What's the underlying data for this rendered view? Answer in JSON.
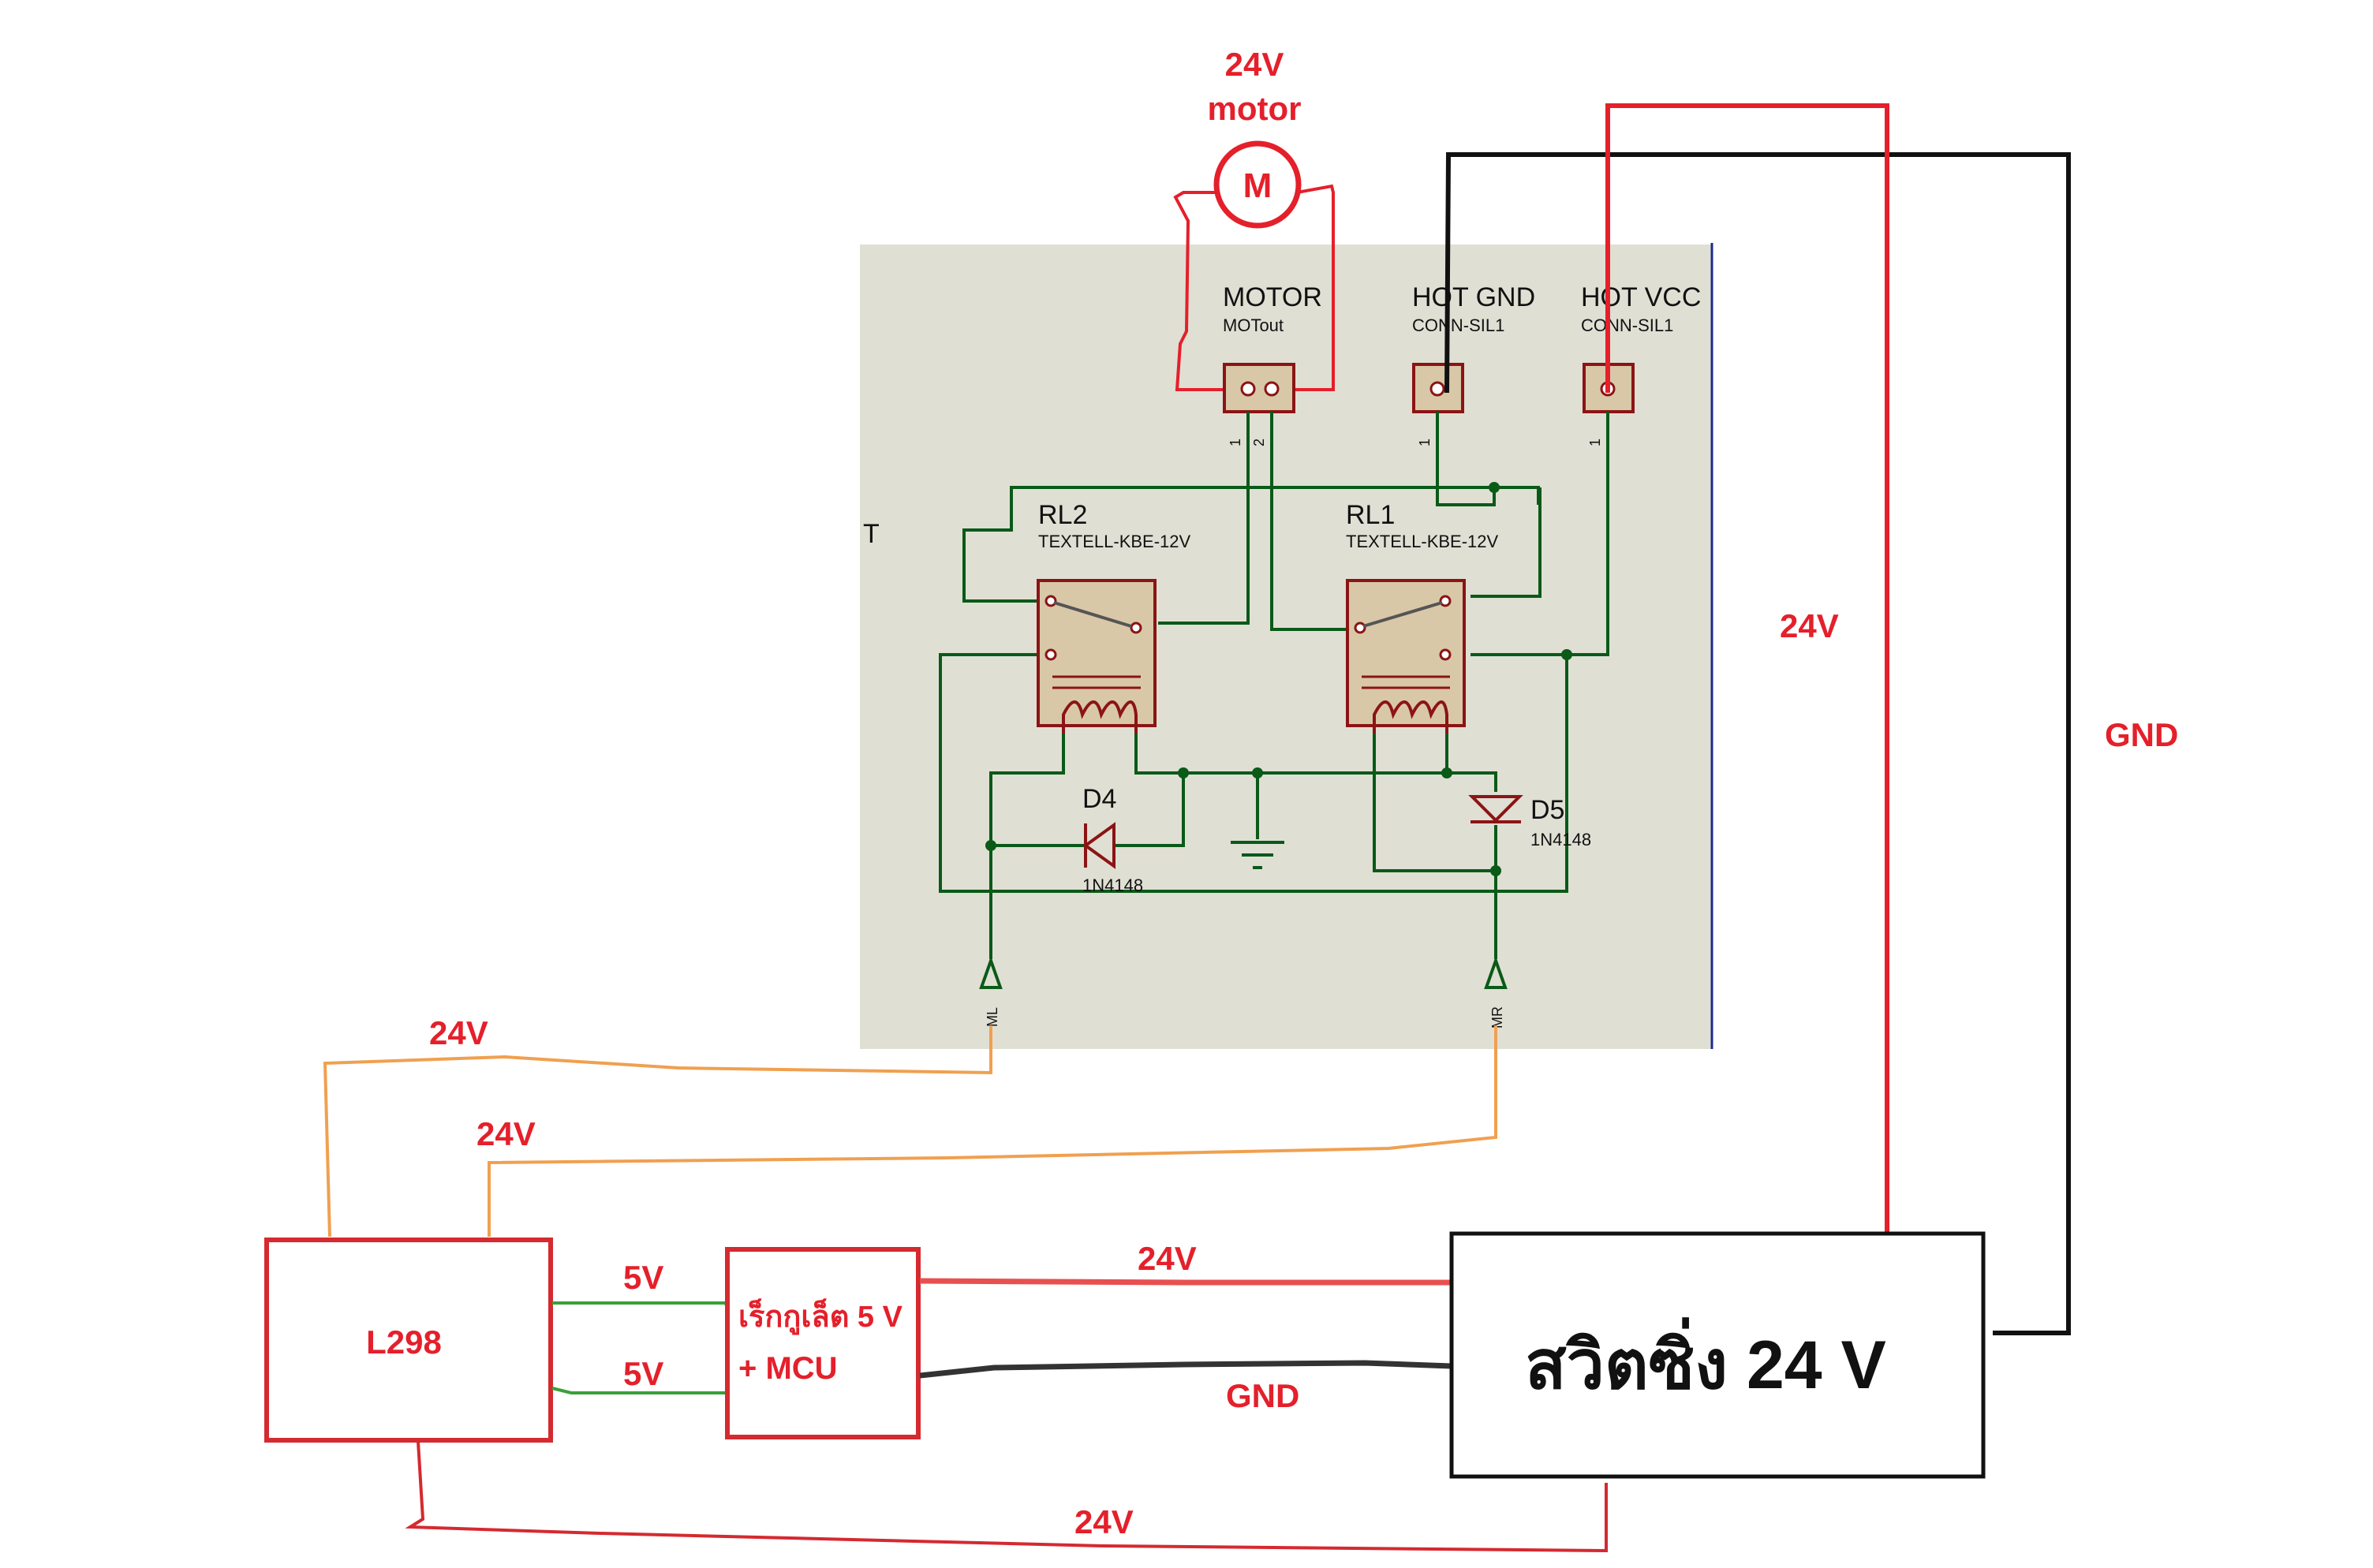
{
  "motor_symbol": {
    "title_line1": "24V",
    "title_line2": "motor",
    "glyph": "M"
  },
  "connectors": [
    {
      "name": "MOTOR",
      "part": "MOTout",
      "pins": [
        "1",
        "2"
      ]
    },
    {
      "name": "HOT GND",
      "part": "CONN-SIL1",
      "pins": [
        "1"
      ]
    },
    {
      "name": "HOT VCC",
      "part": "CONN-SIL1",
      "pins": [
        "1"
      ]
    }
  ],
  "relays": [
    {
      "name": "RL2",
      "part": "TEXTELL-KBE-12V"
    },
    {
      "name": "RL1",
      "part": "TEXTELL-KBE-12V"
    }
  ],
  "diodes": [
    {
      "name": "D4",
      "part": "1N4148"
    },
    {
      "name": "D5",
      "part": "1N4148"
    }
  ],
  "ports": [
    "ML",
    "MR"
  ],
  "schematic_edge_text": "T",
  "blocks": {
    "l298": "L298",
    "regulator_line1": "เร็กกูเล็ต 5 V",
    "regulator_line2": "+ MCU",
    "psu": "สวิตซิ่ง 24 V"
  },
  "wire_labels": {
    "w24_right": "24V",
    "gnd_right": "GND",
    "w24_ml": "24V",
    "w24_mr": "24V",
    "v5_top": "5V",
    "v5_bottom": "5V",
    "w24_mcu": "24V",
    "gnd_mcu": "GND",
    "w24_bottom": "24V"
  },
  "colors": {
    "schematic_bg": "#e0dfd4",
    "schematic_wire": "#0a5a18",
    "component": "#8b1414",
    "label_red": "#e4202b",
    "wire_orange": "#f0a050",
    "wire_green": "#3aa03a",
    "wire_black": "#111111",
    "border_blue": "#1c2a8c"
  }
}
